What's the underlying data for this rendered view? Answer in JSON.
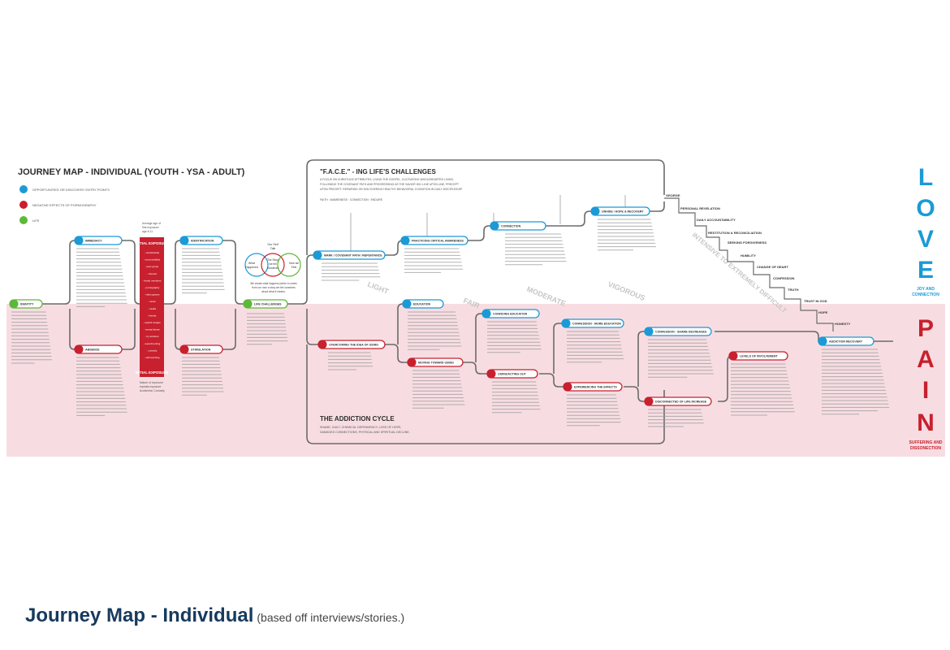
{
  "title": "JOURNEY MAP - INDIVIDUAL (YOUTH - YSA - ADULT)",
  "legend": [
    {
      "label": "OPPORTUNITIES OR DISCOVERY ENTRY POINTS",
      "color": "#1b9ad6"
    },
    {
      "label": "NEGATIVE EFFECTS OF PORNOGRAPHY",
      "color": "#c8202e"
    },
    {
      "label": "LIFE",
      "color": "#5db83a"
    }
  ],
  "colors": {
    "blue": "#1b9ad6",
    "red": "#c8202e",
    "green": "#5db83a",
    "pink": "#f7dde2",
    "line": "#6b6b6b"
  },
  "face": {
    "title": "\"F.A.C.E.\" - ING LIFE'S CHALLENGES",
    "lines": [
      "A FOCUS ON CHRISTLIKE ATTRIBUTES, LIVING THE GOSPEL, CULTIVATING WHOLEHEARTED LIVING,",
      "FOLLOWING THE COVENANT PATH AND PROGRESSING AS THE SAVIOR DID: LINE UPON LINE, PRECEPT",
      "UPON PRECEPT. REPAIRING OR DISCOVERING HEALTHY BEHAVIORAL COGNITION IN DAILY DISCIPLESHIP."
    ],
    "tagline": "FAITH · AWARENESS · CONNECTION · ENDURE"
  },
  "addiction": {
    "title": "THE ADDICTION CYCLE",
    "lines": [
      "SHAME, GUILT, CHEMICAL DEPENDENCY, LOSS OF HOPE,",
      "DAMAGED CONNECTIONS, PHYSICAL AND SPIRITUAL DECLINE."
    ]
  },
  "side": {
    "love": [
      "L",
      "O",
      "V",
      "E"
    ],
    "love_sub": [
      "JOY AND",
      "CONNECTION"
    ],
    "pain": [
      "P",
      "A",
      "I",
      "N"
    ],
    "pain_sub": [
      "SUFFERING AND",
      "DISSONECTION"
    ]
  },
  "intensity": {
    "light": "LIGHT",
    "fair": "FAIR",
    "moderate": "MODERATE",
    "vigorous": "VIGOROUS",
    "extreme": "INTENSIVE TO EXTREMELY DIFFICULT"
  },
  "stairs": [
    "GEORGE",
    "PERSONAL REVELATION",
    "DAILY ACCOUNTABILITY",
    "RESTITUTION & RECONCILIATION",
    "SEEKING FORGIVENESS",
    "HUMILITY",
    "CHANGE OF HEART",
    "CONFESSION",
    "TRUTH",
    "TRUST IN GOD",
    "HOPE",
    "HONESTY"
  ],
  "nodes": {
    "identity": "IDENTITY",
    "immediacy": "IMMEDIACY",
    "absence": "ABSENCE",
    "identification": "IDENTIFICATION",
    "stimulation": "STIMULATION",
    "initial_exposure": "INITIAL EXPOSURE",
    "life_challenges": "LIFE CHALLENGES",
    "mark_covenant": "MARK / COVENANT PATH / REPENTANCE",
    "practicing": "PRACTICING CRITICAL AWARENESS",
    "connection": "CONNECTION",
    "unhide": "UNHIDE / HOPE & RECOVERY",
    "education": "EDUCATION",
    "confiding": "CONFIDING EDUCATION",
    "confession_ed": "CONFESSION - MORE EDUCATION",
    "confession_shame": "CONFESSION - SHAME DECREASES",
    "addiction_recovery": "ADDICTION RECOVERY",
    "levels": "LEVELS OF INVOLVEMENT",
    "overcoming": "OVERCOMING THE IDEA OF USING",
    "moving_toward": "MOVING TOWARD USING",
    "using": "USING/ACTING OUT",
    "experiencing": "EXPERIENCING THE EFFECTS",
    "disconnect": "DISCONNECTED OF LIFE INCREASE"
  },
  "venn": {
    "top": [
      "Our Self",
      "Talk"
    ],
    "left": [
      "What",
      "Happened"
    ],
    "center": [
      "The Story",
      "we tell",
      "Ourselves"
    ],
    "right": [
      "How we",
      "Feel"
    ],
    "note": [
      "We create what happens (when it comes",
      "from our own a story we tell ourselves",
      "about what it means."
    ]
  },
  "initial_box": {
    "above": [
      "Average age of",
      "first exposure:",
      "age 8-11"
    ],
    "items": [
      "- unsolicitedly",
      "- uncontrollably",
      "- peer group",
      "- internet",
      "- family members",
      "- pornography",
      "- video games",
      "- music",
      "- media",
      "- friends",
      "- explicit images",
      "- sexual abuse",
      "- by accident",
      "- experimenting",
      "- curiosity",
      "- self-touching"
    ],
    "below": [
      "Nature of exposure",
      "repeats-exposure",
      "Accidental, Curiosity"
    ]
  },
  "captions": {
    "big": "Journey Map - Individual",
    "small": "(based off interviews/stories.)"
  }
}
